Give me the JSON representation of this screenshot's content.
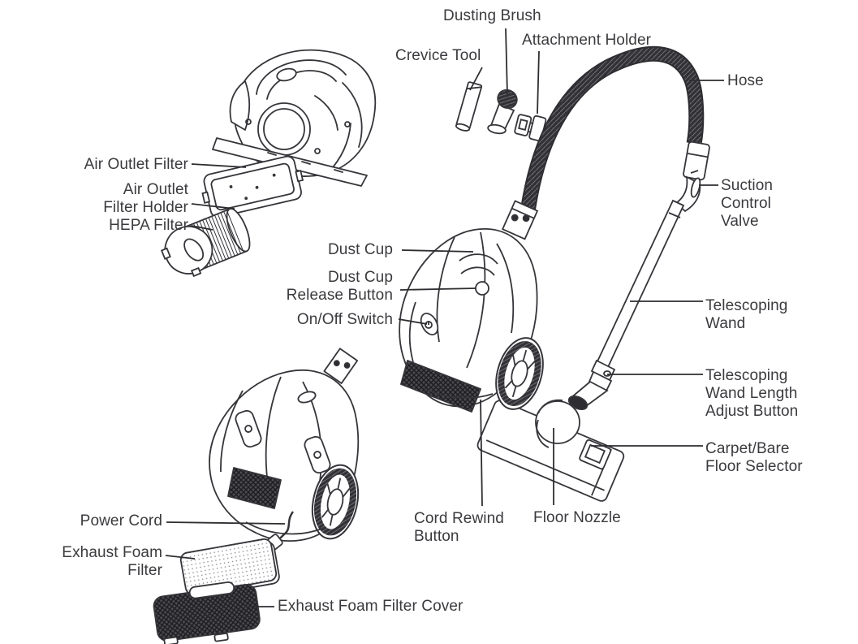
{
  "colors": {
    "ink": "#35353a",
    "label_text": "#3b3b3f",
    "paper": "#ffffff"
  },
  "diagram": {
    "labels": {
      "dusting_brush": "Dusting Brush",
      "crevice_tool": "Crevice Tool",
      "attachment_holder": "Attachment Holder",
      "hose": "Hose",
      "air_outlet_filter": "Air Outlet Filter",
      "air_outlet_filter_holder": "Air Outlet\nFilter Holder",
      "hepa_filter": "HEPA Filter",
      "dust_cup": "Dust Cup",
      "dust_cup_release_button": "Dust Cup\nRelease Button",
      "on_off_switch": "On/Off Switch",
      "suction_control_valve": "Suction\nControl\nValve",
      "telescoping_wand": "Telescoping\nWand",
      "telescoping_wand_length_adjust_button": "Telescoping\nWand Length\nAdjust Button",
      "carpet_bare_floor_selector": "Carpet/Bare\nFloor Selector",
      "cord_rewind_button": "Cord Rewind\nButton",
      "floor_nozzle": "Floor Nozzle",
      "power_cord": "Power Cord",
      "exhaust_foam_filter": "Exhaust Foam\nFilter",
      "exhaust_foam_filter_cover": "Exhaust Foam Filter Cover"
    }
  }
}
